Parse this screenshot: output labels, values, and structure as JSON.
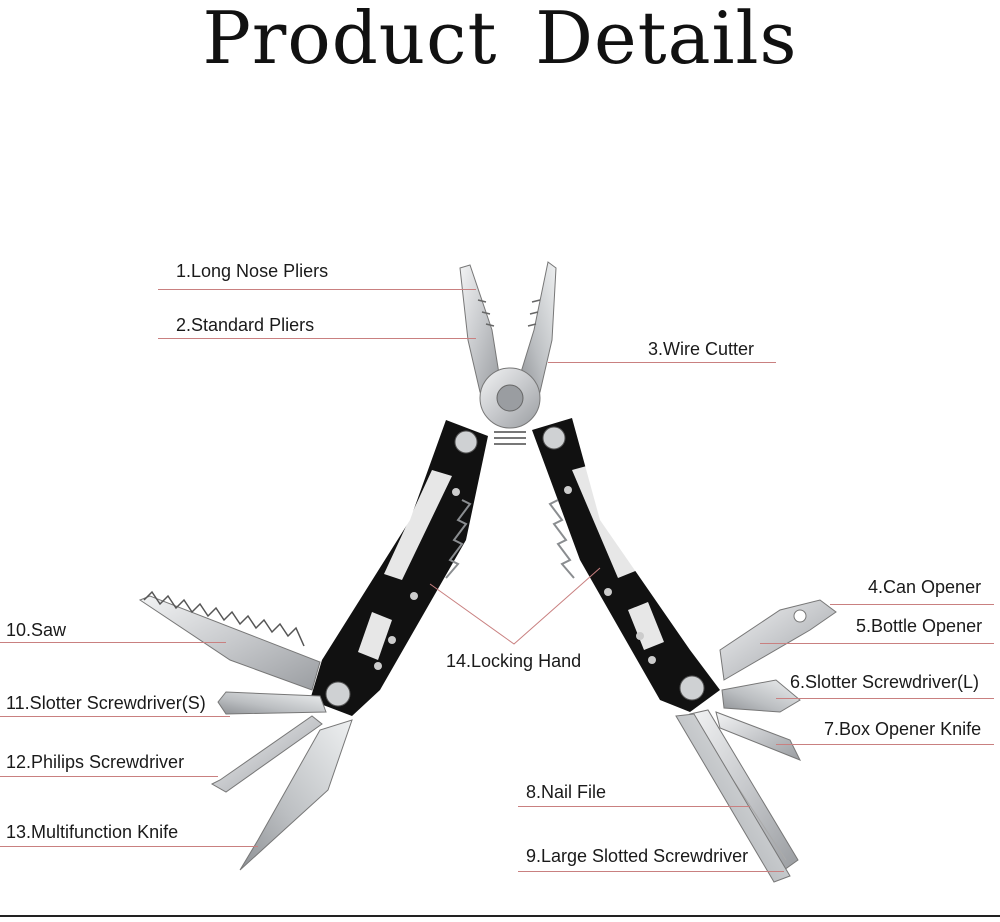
{
  "title": "Product Details",
  "labels": {
    "p1": "1.Long Nose Pliers",
    "p2": "2.Standard Pliers",
    "p3": "3.Wire Cutter",
    "p4": "4.Can Opener",
    "p5": "5.Bottle Opener",
    "p6": "6.Slotter Screwdriver(L)",
    "p7": "7.Box Opener Knife",
    "p8": "8.Nail File",
    "p9": "9.Large Slotted Screwdriver",
    "p10": "10.Saw",
    "p11": "11.Slotter Screwdriver(S)",
    "p12": "12.Philips Screwdriver",
    "p13": "13.Multifunction Knife",
    "p14": "14.Locking Hand"
  },
  "colors": {
    "leader_line": "#c98080",
    "handle": "#111111",
    "steel": "#d4d6d8"
  },
  "icons": [
    "multitool-illustration"
  ]
}
